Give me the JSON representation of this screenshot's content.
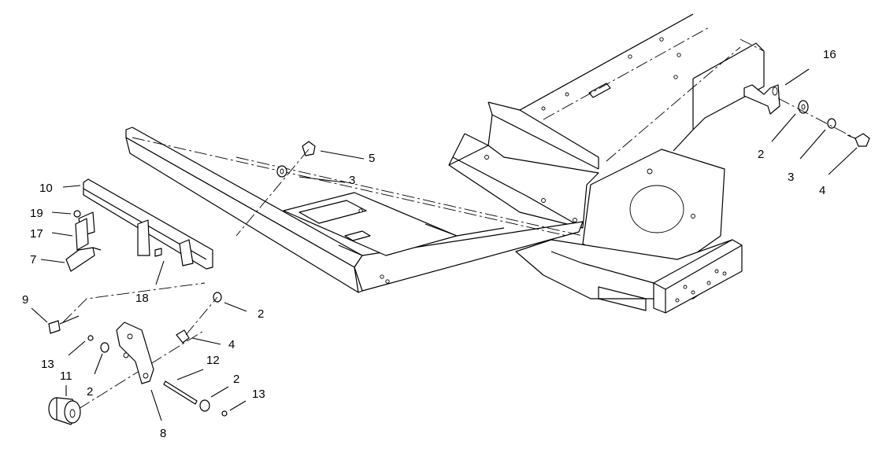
{
  "callouts": {
    "c16": "16",
    "c5": "5",
    "c3a": "3",
    "c10": "10",
    "c19": "19",
    "c17": "17",
    "c7": "7",
    "c18": "18",
    "c9": "9",
    "c2a": "2",
    "c4a": "4",
    "c13a": "13",
    "c2b": "2",
    "c11": "11",
    "c12": "12",
    "c2c": "2",
    "c13b": "13",
    "c8": "8",
    "c2d": "2",
    "c3b": "3",
    "c4b": "4"
  }
}
